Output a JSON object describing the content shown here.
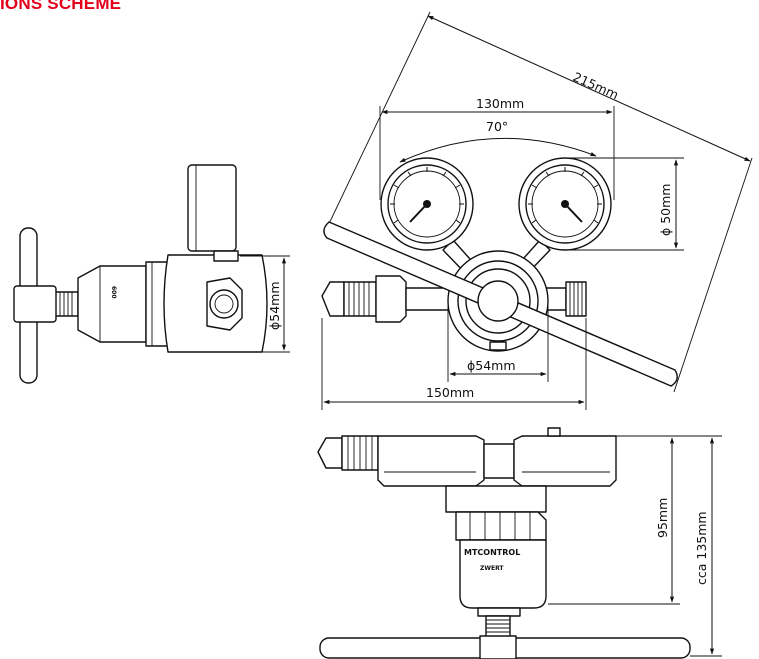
{
  "header": {
    "title": "IONS SCHEME",
    "color": "#e2001a"
  },
  "dimensions": {
    "overall_diagonal": "215mm",
    "gauge_spacing": "130mm",
    "gauge_angle": "70°",
    "gauge_diameter": "ϕ 50mm",
    "body_diameter_front": "ϕ54mm",
    "body_diameter_side": "ϕ54mm",
    "overall_width": "150mm",
    "body_height": "95mm",
    "overall_height": "cca 135mm"
  },
  "body_labels": {
    "brand": "MTCONTROL",
    "model": "ZWERT",
    "model_number": "600"
  },
  "colors": {
    "line": "#111111",
    "accent": "#e2001a"
  }
}
